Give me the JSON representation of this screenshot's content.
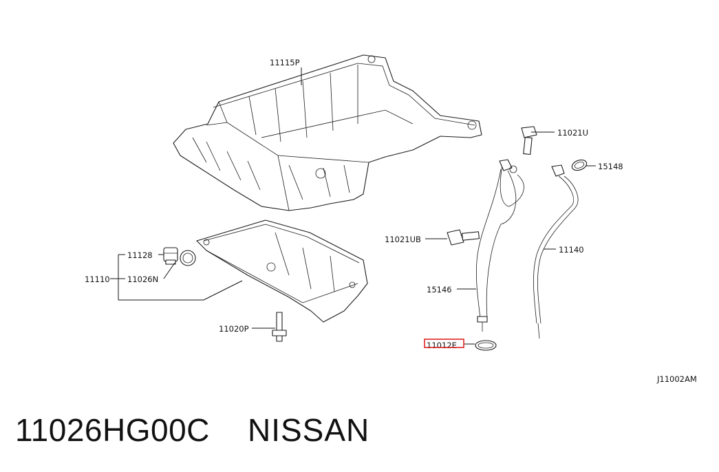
{
  "diagram": {
    "labels": {
      "upper_oil_pan": "11115P",
      "bolt_upper": "11021U",
      "gasket_15148": "15148",
      "bolt_ub": "11021UB",
      "dipstick": "11140",
      "plug": "11128",
      "assembly": "11110",
      "washer": "11026N",
      "guide_tube": "15146",
      "stud": "11020P",
      "o_ring": "11012E",
      "diagram_code": "J11002AM"
    },
    "highlight_color": "#e02424"
  },
  "caption": {
    "part_number": "11026HG00C",
    "brand": "NISSAN"
  }
}
